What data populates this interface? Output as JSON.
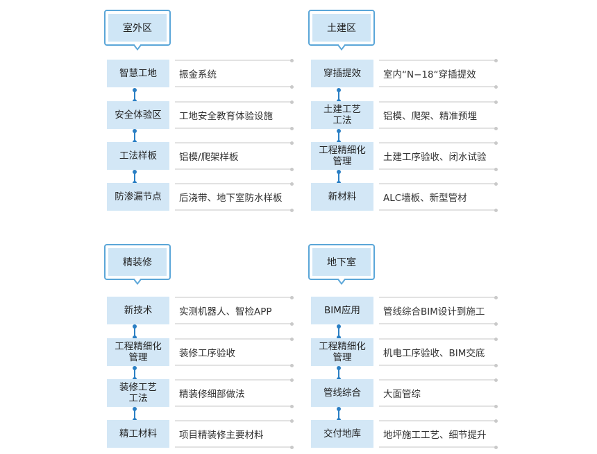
{
  "panels": [
    {
      "title": "室外区",
      "rows": [
        {
          "label": "智慧工地",
          "desc": "振金系统"
        },
        {
          "label": "安全体验区",
          "desc": "工地安全教育体验设施"
        },
        {
          "label": "工法样板",
          "desc": "铝模/爬架样板"
        },
        {
          "label": "防渗漏节点",
          "desc": "后浇带、地下室防水样板"
        }
      ]
    },
    {
      "title": "土建区",
      "rows": [
        {
          "label": "穿插提效",
          "desc": "室内“N−18“穿插提效"
        },
        {
          "label": "土建工艺\n工法",
          "desc": "铝模、爬架、精准预埋"
        },
        {
          "label": "工程精细化\n管理",
          "desc": "土建工序验收、闭水试验"
        },
        {
          "label": "新材料",
          "desc": "ALC墙板、新型管材"
        }
      ]
    },
    {
      "title": "精装修",
      "rows": [
        {
          "label": "新技术",
          "desc": "实测机器人、智检APP"
        },
        {
          "label": "工程精细化\n管理",
          "desc": "装修工序验收"
        },
        {
          "label": "装修工艺\n工法",
          "desc": "精装修细部做法"
        },
        {
          "label": "精工材料",
          "desc": "项目精装修主要材料"
        }
      ]
    },
    {
      "title": "地下室",
      "rows": [
        {
          "label": "BIM应用",
          "desc": "管线综合BIM设计到施工"
        },
        {
          "label": "工程精细化\n管理",
          "desc": "机电工序验收、BIM交底"
        },
        {
          "label": "管线综合",
          "desc": "大面管综"
        },
        {
          "label": "交付地库",
          "desc": "地坪施工工艺、细节提升"
        }
      ]
    }
  ]
}
